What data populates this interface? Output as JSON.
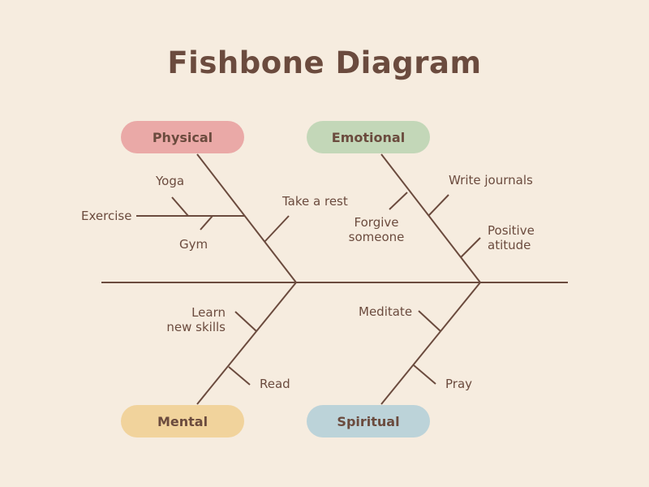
{
  "title": "Fishbone Diagram",
  "colors": {
    "background": "#f6ecdf",
    "text": "#6b4b3e",
    "physical": "#eaa9a7",
    "emotional": "#c3d7b8",
    "mental": "#f1d39c",
    "spiritual": "#bcd3d9"
  },
  "categories": {
    "physical": "Physical",
    "emotional": "Emotional",
    "mental": "Mental",
    "spiritual": "Spiritual"
  },
  "causes": {
    "yoga": "Yoga",
    "exercise": "Exercise",
    "gym": "Gym",
    "take_a_rest": "Take a rest",
    "write_journals": "Write journals",
    "forgive_someone": [
      "Forgive",
      "someone"
    ],
    "positive_attitude": [
      "Positive",
      "atitude"
    ],
    "learn_new_skills": [
      "Learn",
      "new skills"
    ],
    "read": "Read",
    "meditate": "Meditate",
    "pray": "Pray"
  }
}
